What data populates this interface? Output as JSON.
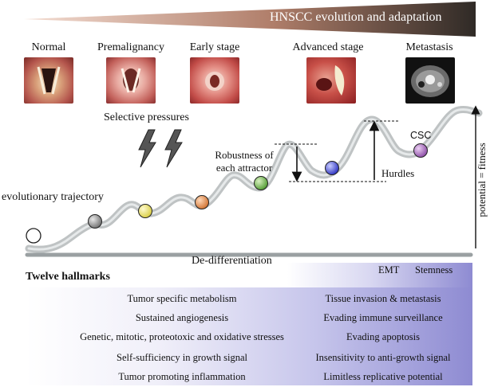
{
  "banner": {
    "title": "HNSCC evolution and adaptation"
  },
  "stages": [
    {
      "label": "Normal"
    },
    {
      "label": "Premalignancy"
    },
    {
      "label": "Early stage"
    },
    {
      "label": "Advanced stage"
    },
    {
      "label": "Metastasis"
    }
  ],
  "annotations": {
    "selective_pressures": "Selective pressures",
    "robustness_line1": "Robustness of",
    "robustness_line2": "each attractor",
    "trajectory": "evolutionary trajectory",
    "hurdles": "Hurdles",
    "csc": "CSC",
    "potential": "potential = fitness",
    "dedifferentiation": "De-differentiation"
  },
  "hallmarks": {
    "title": "Twelve hallmarks",
    "emt": "EMT",
    "stemness": "Stemness",
    "left": [
      "Tumor specific metabolism",
      "Sustained angiogenesis",
      "Genetic, mitotic, proteotoxic and oxidative stresses",
      "Self-sufficiency in growth signal",
      "Tumor promoting inflammation"
    ],
    "right": [
      "Tissue invasion & metastasis",
      "Evading immune surveillance",
      "Evading apoptosis",
      "Insensitivity to anti-growth signal",
      "Limitless replicative potential"
    ]
  },
  "balls": [
    {
      "color": "#ffffff"
    },
    {
      "color": "#9a9a9a"
    },
    {
      "color": "#f2ec7a"
    },
    {
      "color": "#ef9a5a"
    },
    {
      "color": "#7fbf5a"
    },
    {
      "color": "#5a5fe0"
    },
    {
      "color": "#b476c8"
    }
  ]
}
